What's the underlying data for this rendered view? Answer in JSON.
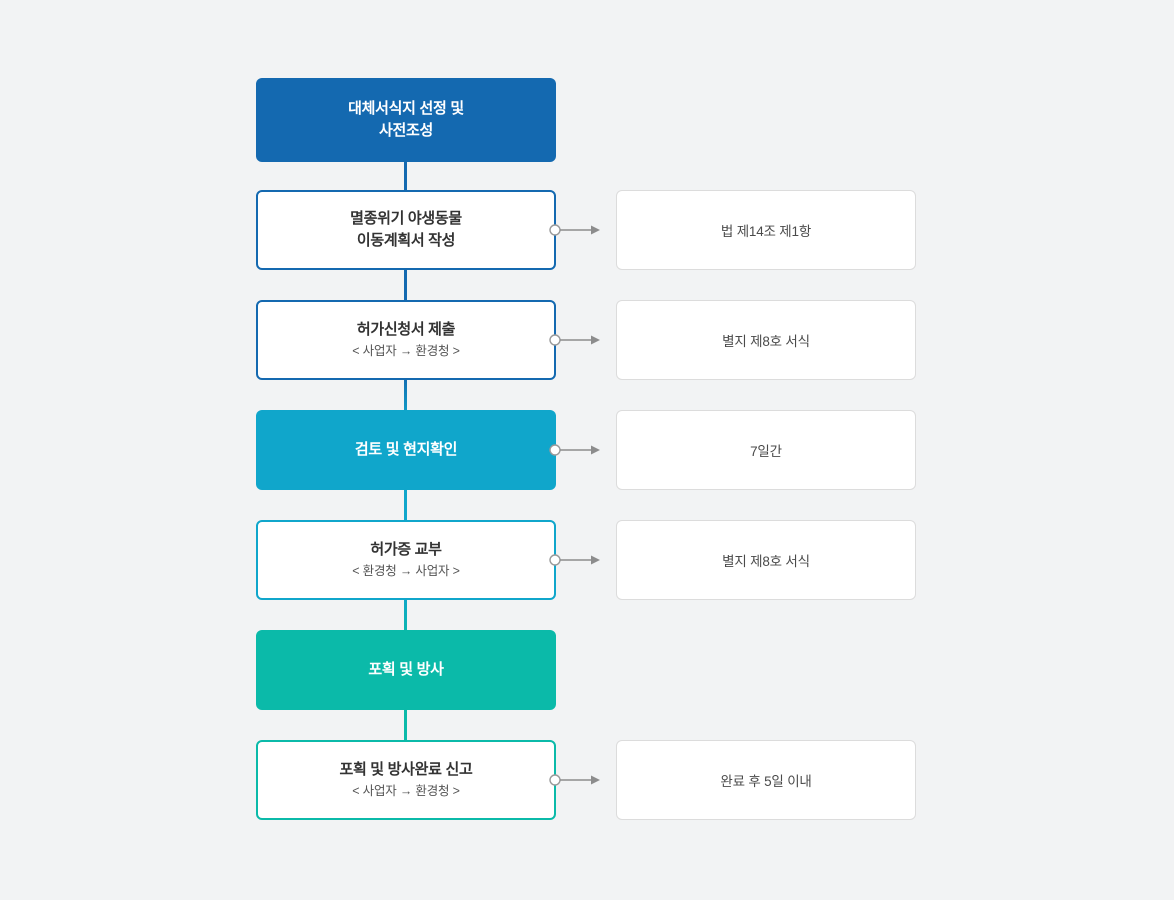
{
  "diagram": {
    "type": "flowchart",
    "orientation": "vertical",
    "background_color": "#f2f3f4",
    "palette": {
      "blue": "#1469b0",
      "cyan": "#10a6cb",
      "green": "#0bbaa9",
      "note_border": "#dcdcdc",
      "note_text": "#4a4a4a",
      "connector_line": "#8c8c8c"
    },
    "steps": [
      {
        "id": "step-1",
        "title": "대체서식지 선정 및\n사전조성",
        "subtitle": "",
        "style": "filled",
        "color": "#1469b0",
        "note": null
      },
      {
        "id": "step-2",
        "title": "멸종위기 야생동물\n이동계획서 작성",
        "subtitle": "",
        "style": "outlined",
        "color": "#1469b0",
        "note": "법 제14조 제1항"
      },
      {
        "id": "step-3",
        "title": "허가신청서 제출",
        "subtitle": "< 사업자 → 환경청 >",
        "style": "outlined",
        "color": "#1469b0",
        "note": "별지 제8호 서식"
      },
      {
        "id": "step-4",
        "title": "검토 및 현지확인",
        "subtitle": "",
        "style": "filled",
        "color": "#10a6cb",
        "note": "7일간"
      },
      {
        "id": "step-5",
        "title": "허가증 교부",
        "subtitle": "< 환경청 → 사업자 >",
        "style": "outlined",
        "color": "#10a6cb",
        "note": "별지 제8호 서식"
      },
      {
        "id": "step-6",
        "title": "포획 및 방사",
        "subtitle": "",
        "style": "filled",
        "color": "#0bbaa9",
        "note": null
      },
      {
        "id": "step-7",
        "title": "포획 및 방사완료 신고",
        "subtitle": "< 사업자 → 환경청 >",
        "style": "outlined",
        "color": "#0bbaa9",
        "note": "완료 후 5일 이내"
      }
    ]
  }
}
